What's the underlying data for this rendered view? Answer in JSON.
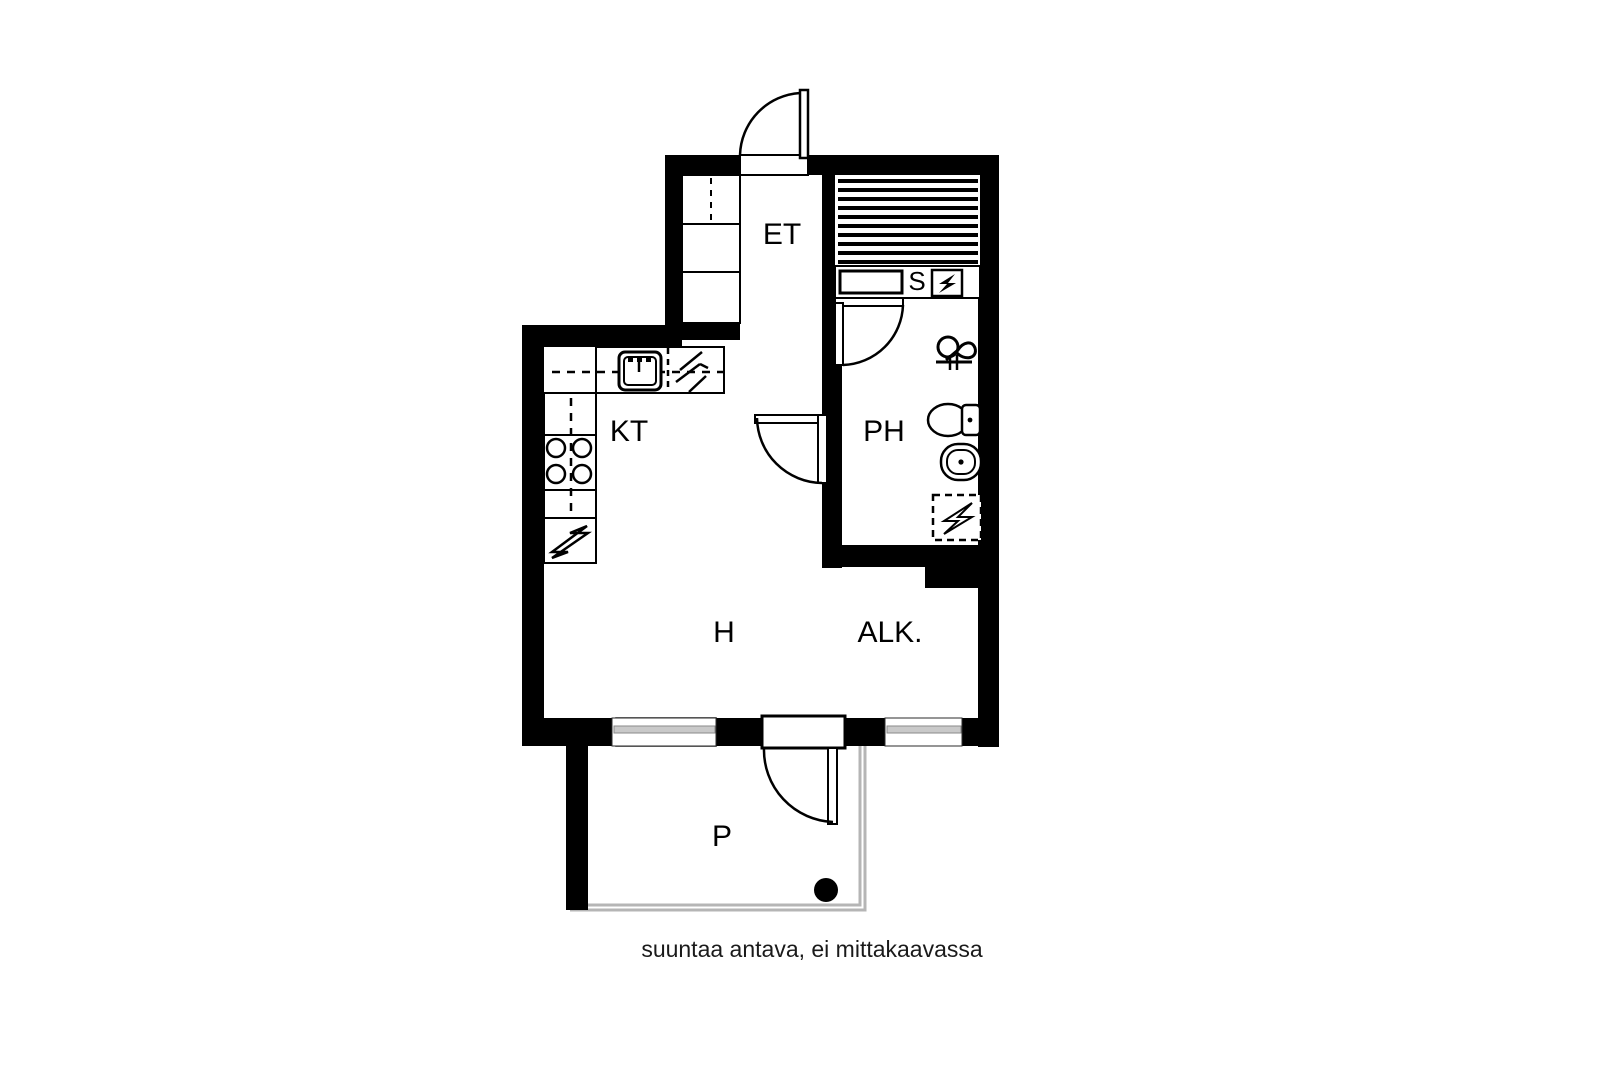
{
  "document": {
    "type": "floor-plan",
    "language": "fi",
    "caption": "suuntaa antava, ei mittakaavassa",
    "background_color": "#ffffff",
    "wall_color": "#000000",
    "window_color": "#c9c9c9",
    "balcony_rail_color": "#b5b5b5"
  },
  "rooms": [
    {
      "id": "et",
      "label": "ET",
      "name": "eteinen-entrance-hall"
    },
    {
      "id": "kt",
      "label": "KT",
      "name": "keittio-kitchen"
    },
    {
      "id": "ph",
      "label": "PH",
      "name": "pesuhuone-washroom"
    },
    {
      "id": "h",
      "label": "H",
      "name": "huone-room"
    },
    {
      "id": "alk",
      "label": "ALK.",
      "name": "alkovi-alcove"
    },
    {
      "id": "p",
      "label": "P",
      "name": "parveke-balcony"
    }
  ],
  "symbols": {
    "sauna_letter": "S",
    "electric_heater": "lightning-bolt",
    "sauna_benches": "sauna-bench-slats",
    "shower": "shower-head",
    "toilet": "wc-toilet",
    "washbasin": "washbasin",
    "floor_drain": "floor-drain-dashed",
    "kitchen_sink": "kitchen-sink-with-tap",
    "dishwasher": "dishwasher-dashed",
    "stove": "four-burner-stove",
    "fridge": "refrigerator-lightning",
    "closet": "wardrobe-closet",
    "balcony_drain": "balcony-drain-dot"
  },
  "fixtures": {
    "doors": [
      {
        "name": "entrance-door",
        "room": "ET",
        "swing": "outward-left-hinge"
      },
      {
        "name": "sauna-door",
        "room": "PH-sauna",
        "swing": "inward-left-hinge"
      },
      {
        "name": "washroom-door",
        "room": "PH",
        "swing": "inward-right-hinge"
      },
      {
        "name": "balcony-door",
        "room": "P",
        "swing": "outward-right-hinge"
      }
    ],
    "windows": [
      {
        "name": "window-left",
        "wall": "south"
      },
      {
        "name": "window-right",
        "wall": "south"
      }
    ]
  }
}
